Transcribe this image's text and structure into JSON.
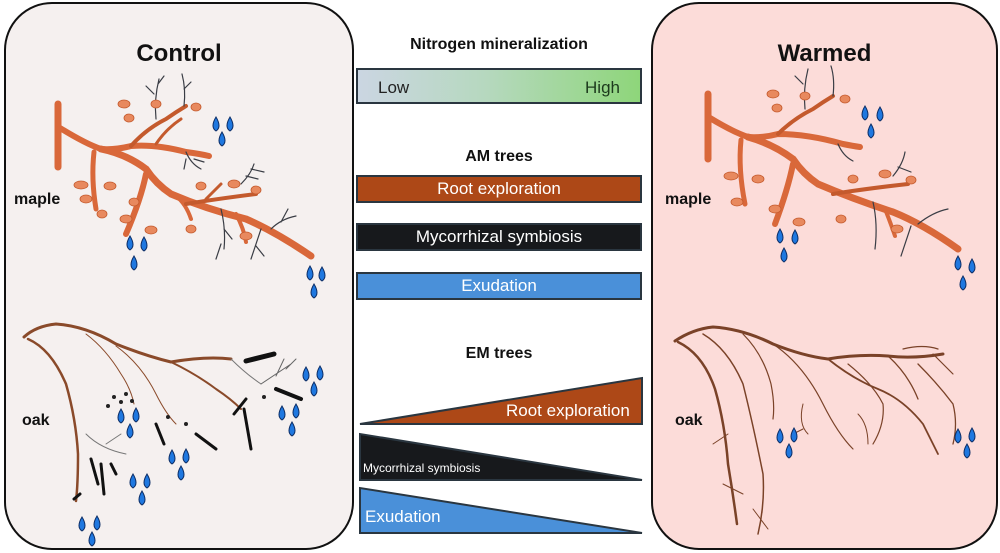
{
  "panels": {
    "control": {
      "title": "Control",
      "background": "#f5f0ef",
      "species": [
        {
          "name": "maple"
        },
        {
          "name": "oak"
        }
      ]
    },
    "warmed": {
      "title": "Warmed",
      "background": "#fcdcd9",
      "species": [
        {
          "name": "maple"
        },
        {
          "name": "oak"
        }
      ]
    }
  },
  "middle": {
    "nitrogen": {
      "heading": "Nitrogen mineralization",
      "low_label": "Low",
      "high_label": "High",
      "gradient": [
        "#cbd6e2",
        "#8ed67a"
      ]
    },
    "am": {
      "heading": "AM trees",
      "bars": [
        {
          "label": "Root exploration",
          "color": "#ad4817",
          "trend": "constant"
        },
        {
          "label": "Mycorrhizal symbiosis",
          "color": "#17191c",
          "trend": "constant"
        },
        {
          "label": "Exudation",
          "color": "#4a90d9",
          "trend": "constant"
        }
      ]
    },
    "em": {
      "heading": "EM trees",
      "wedges": [
        {
          "label": "Root exploration",
          "color": "#ad4817",
          "trend": "increasing"
        },
        {
          "label": "Mycorrhizal symbiosis",
          "color": "#17191c",
          "trend": "decreasing"
        },
        {
          "label": "Exudation",
          "color": "#4a90d9",
          "trend": "decreasing"
        }
      ]
    }
  },
  "colors": {
    "maple_root": "#d9683a",
    "maple_nodule": "#e8895e",
    "oak_root": "#8a4a2a",
    "fine_root": "#333333",
    "water_drop": "#1f78e0",
    "outline": "#111111"
  }
}
